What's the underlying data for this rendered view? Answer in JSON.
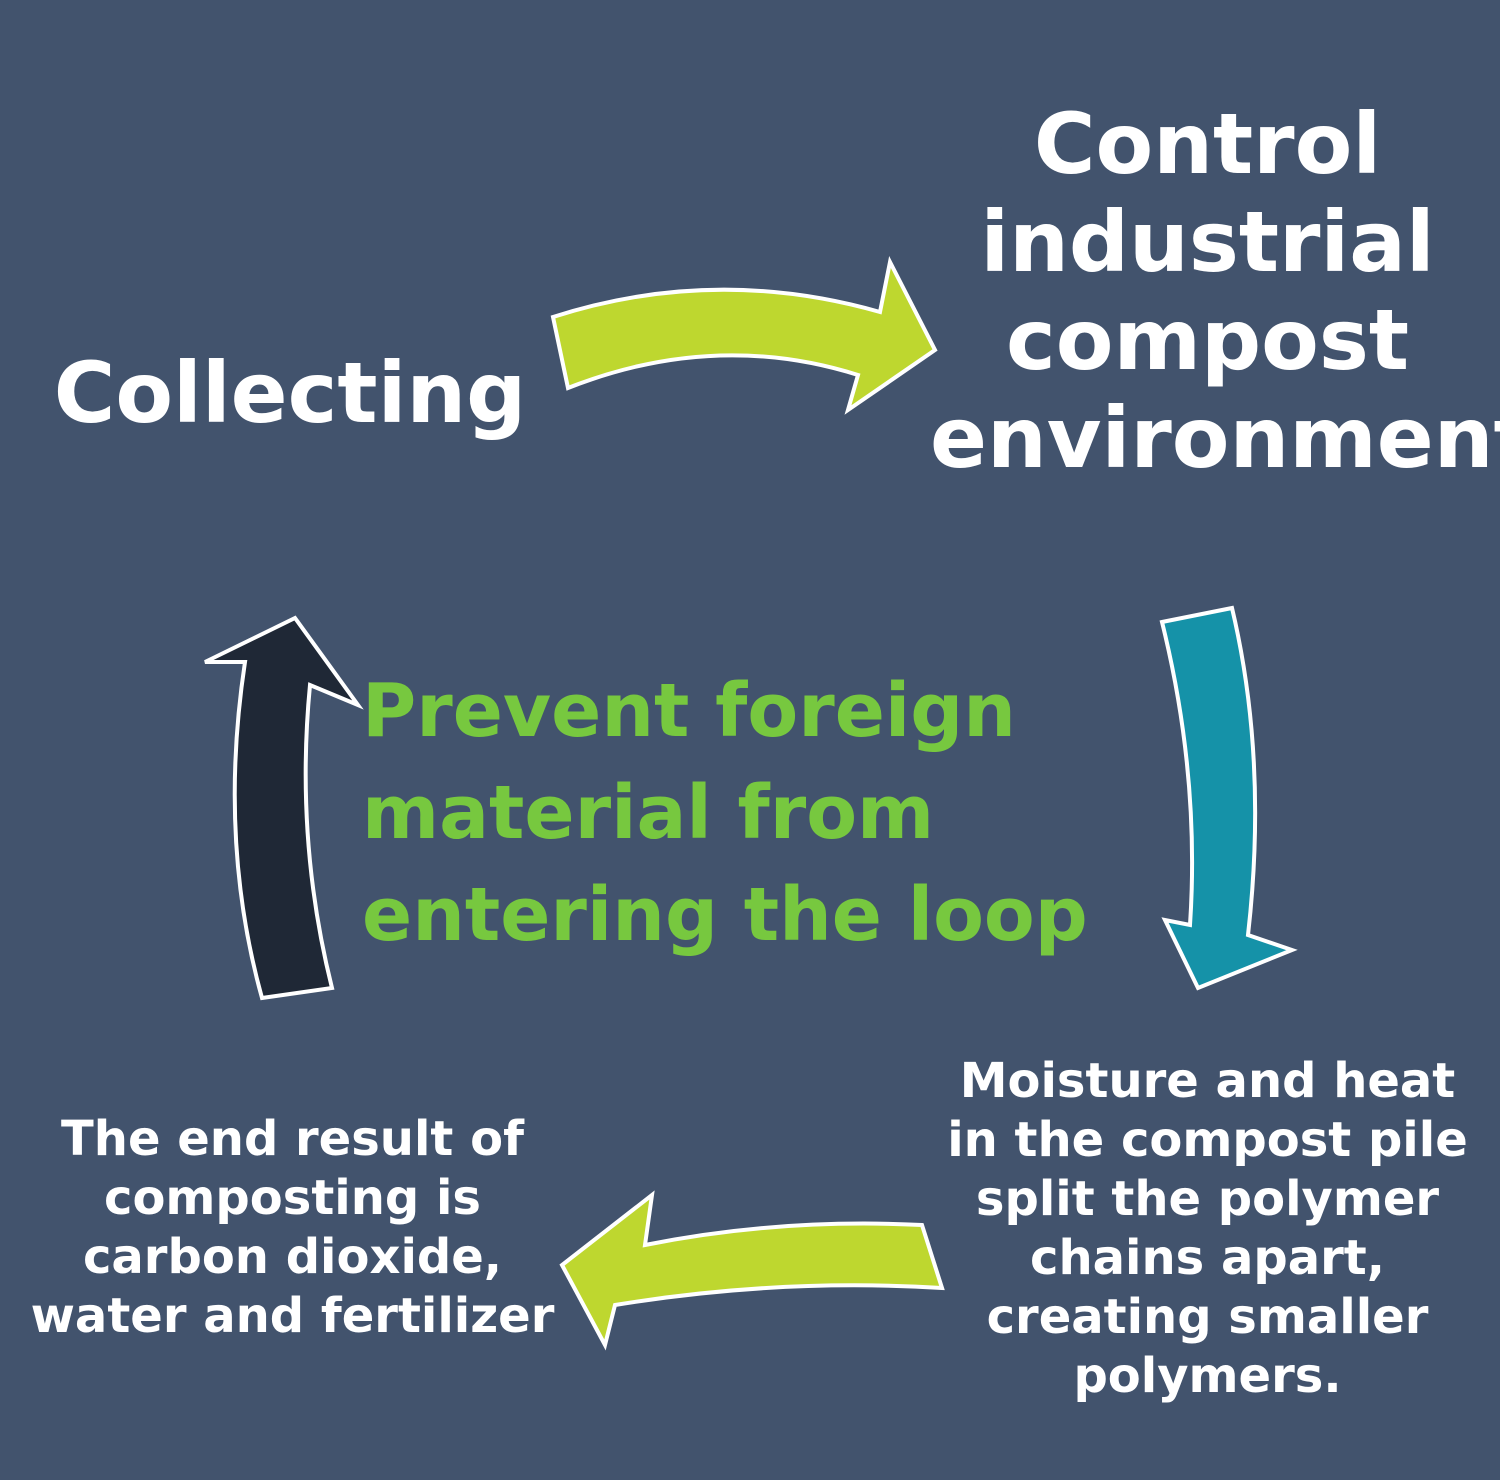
{
  "steps": {
    "collecting": "Collecting",
    "control": "Control industrial compost environment",
    "center": "Prevent foreign material from entering the loop",
    "end_result": "The end result of composting is carbon dioxide, water and fertilizer",
    "moisture": "Moisture and heat in the compost pile split the polymer chains apart, creating smaller polymers."
  },
  "colors": {
    "background": "#42536d",
    "arrow_top": "#bed72f",
    "arrow_bottom": "#bed72f",
    "arrow_right": "#1592a8",
    "arrow_left": "#1f2836",
    "center_text": "#77c83f"
  }
}
